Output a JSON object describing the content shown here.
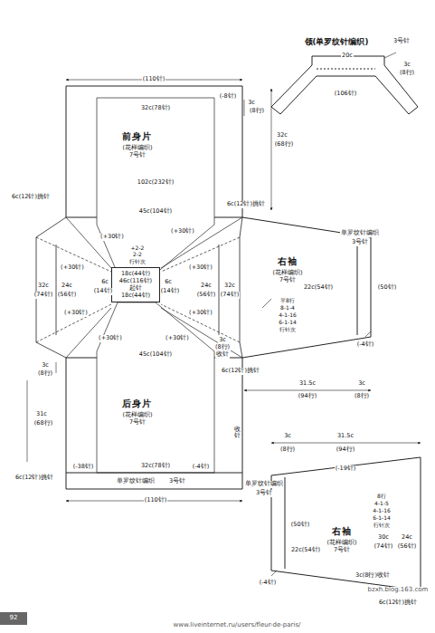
{
  "diagram": {
    "nodes": [
      {
        "text": [
          "前身片",
          "(花样编织)",
          "7号针"
        ]
      },
      {
        "text": [
          "18c(44针)",
          "46c(116针)",
          "起针",
          "18c(44针)"
        ]
      },
      {
        "text": [
          "右袖",
          "(花样编织)",
          "7号针"
        ]
      },
      {
        "text": [
          "后身片",
          "(花样编织)",
          "7号针"
        ]
      },
      {
        "text": [
          "右袖",
          "(花样编织)",
          "7号针"
        ]
      }
    ],
    "labels": [
      "领(单罗纹针编织)",
      "3号针",
      "20c",
      "(106针)",
      "3c",
      "(8行)",
      "(110针)",
      "(-8针)",
      "3c",
      "(8行)",
      "32c(78针)",
      "32c",
      "(68行)",
      "102c(232针)",
      "45c(104针)",
      "6c(12针)挑针",
      "6c(12针)挑针",
      "(+30针)",
      "(+30针)",
      "+2-2",
      "2-2",
      "行针次",
      "(+30针)",
      "(+30针)",
      "32c",
      "(74针)",
      "24c",
      "(56针)",
      "6c",
      "(14针)",
      "6c",
      "(14针)",
      "24c",
      "(56针)",
      "32c",
      "(74针)",
      "(+30针)",
      "(+30针)",
      "(+30针)",
      "(+30针)",
      "3c",
      "(8行)",
      "收针",
      "45c(104针)",
      "6c(12针)挑针",
      "3c",
      "(8行)",
      "31c",
      "(68行)",
      "收针",
      "6c(12针)挑针",
      "(-38针)",
      "32c(78针)",
      "(-4针)",
      "单罗纹针编织",
      "3号针",
      "(110针)",
      "单罗纹针编织",
      "3号针",
      "22c(54针)",
      "(50针)",
      "平8行",
      "8-1-4",
      "4-1-16",
      "6-1-14",
      "行针次",
      "(-4针)",
      "31.5c",
      "(94行)",
      "3c",
      "(8行)",
      "3c",
      "(8行)",
      "31.5c",
      "(94行)",
      "(-19针)",
      "单罗纹针编织",
      "3号针",
      "8行",
      "4-1-5",
      "4-1-16",
      "6-1-14",
      "行针次",
      "(50针)",
      "22c(54针)",
      "30c",
      "(74针)",
      "24c",
      "(56针)",
      "(-4针)",
      "3c(8行)收针",
      "6c(12针)挑针",
      "bzxh.blog.163.com",
      "92",
      "www.liveinternet.ru/users/fleur-de-paris/"
    ]
  }
}
